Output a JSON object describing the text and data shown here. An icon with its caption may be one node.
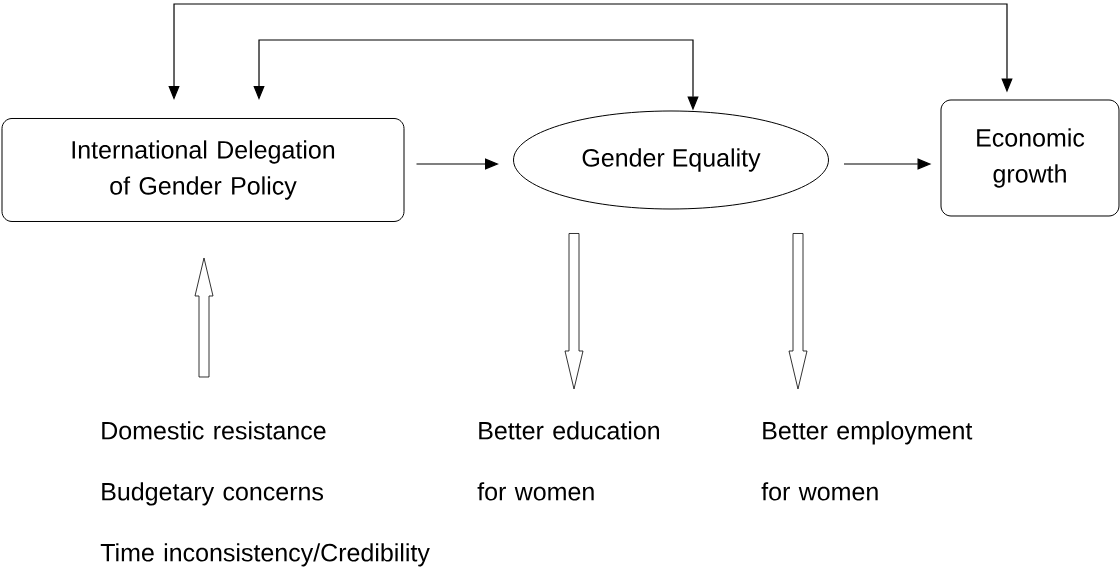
{
  "diagram": {
    "nodes": [
      {
        "text": [
          "International Delegation of Gender Policy"
        ]
      },
      {
        "text": [
          "Gender Equality"
        ]
      },
      {
        "text": [
          "Economic growth"
        ]
      },
      {
        "text": [
          "Domestic resistance",
          "Budgetary concerns",
          "Time inconsistency/Credibility"
        ]
      },
      {
        "text": [
          "Better education for women"
        ]
      },
      {
        "text": [
          "Better employment for women"
        ]
      }
    ],
    "edges": [
      {
        "from": 0,
        "to": 1,
        "arrow": "to"
      },
      {
        "from": 1,
        "to": 2,
        "arrow": "to"
      },
      {
        "from": 0,
        "to": 2,
        "arrow": "both"
      },
      {
        "from": 0,
        "to": 1,
        "arrow": "both"
      },
      {
        "from": 3,
        "to": 0,
        "arrow": "to",
        "style": "thick"
      },
      {
        "from": 1,
        "to": 4,
        "arrow": "to",
        "style": "thick"
      },
      {
        "from": 1,
        "to": 5,
        "arrow": "to",
        "style": "thick"
      }
    ]
  }
}
